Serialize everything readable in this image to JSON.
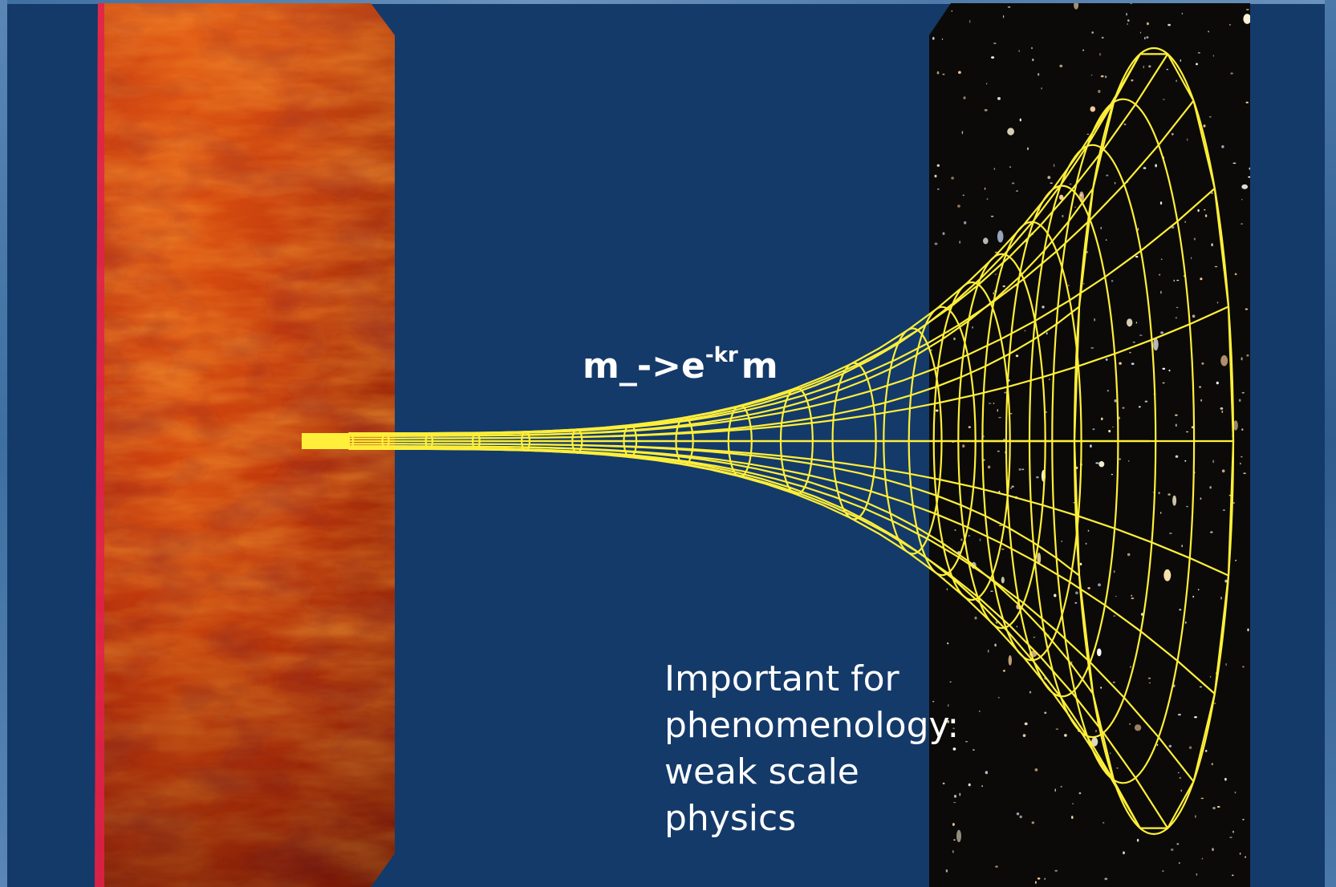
{
  "slide": {
    "formula": {
      "base": "m_->e",
      "exponent": "-kr",
      "tail": "m"
    },
    "note_lines": [
      "Important for",
      "phenomenology:",
      "weak scale",
      "physics"
    ]
  },
  "colors": {
    "background": "#143a6a",
    "wireframe": "#ffef3a",
    "planck_brane": "#c8320a",
    "tev_brane": "#0b0a08"
  }
}
